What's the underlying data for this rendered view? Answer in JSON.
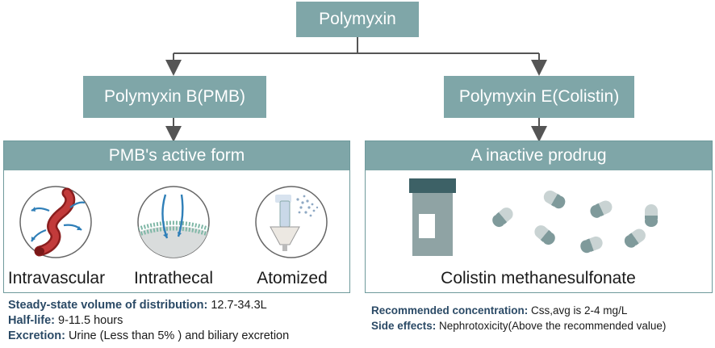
{
  "root": {
    "label": "Polymyxin"
  },
  "left": {
    "title": "Polymyxin B(PMB)",
    "panel_title": "PMB's active form",
    "routes": [
      {
        "label": "Intravascular",
        "icon": "blood-vessel-icon"
      },
      {
        "label": "Intrathecal",
        "icon": "membrane-icon"
      },
      {
        "label": "Atomized",
        "icon": "nebulizer-icon"
      }
    ],
    "facts": [
      {
        "key": "Steady-state volume of distribution:",
        "value": " 12.7-34.3L"
      },
      {
        "key": "Half-life:",
        "value": " 9-11.5 hours"
      },
      {
        "key": "Excretion:",
        "value": " Urine (Less than 5% ) and biliary excretion"
      }
    ]
  },
  "right": {
    "title": "Polymyxin E(Colistin)",
    "panel_title": "A inactive prodrug",
    "drug_label": "Colistin methanesulfonate",
    "facts": [
      {
        "key": "Recommended concentration:",
        "value": " Css,avg is 2-4 mg/L"
      },
      {
        "key": "Side effects:",
        "value": " Nephrotoxicity(Above the recommended value)"
      }
    ]
  },
  "colors": {
    "teal": "#7fa6a8",
    "dark_teal": "#3d6166",
    "navy": "#2b4a66",
    "vessel_red": "#b32a2a",
    "arrow_blue": "#2f7fb8"
  }
}
